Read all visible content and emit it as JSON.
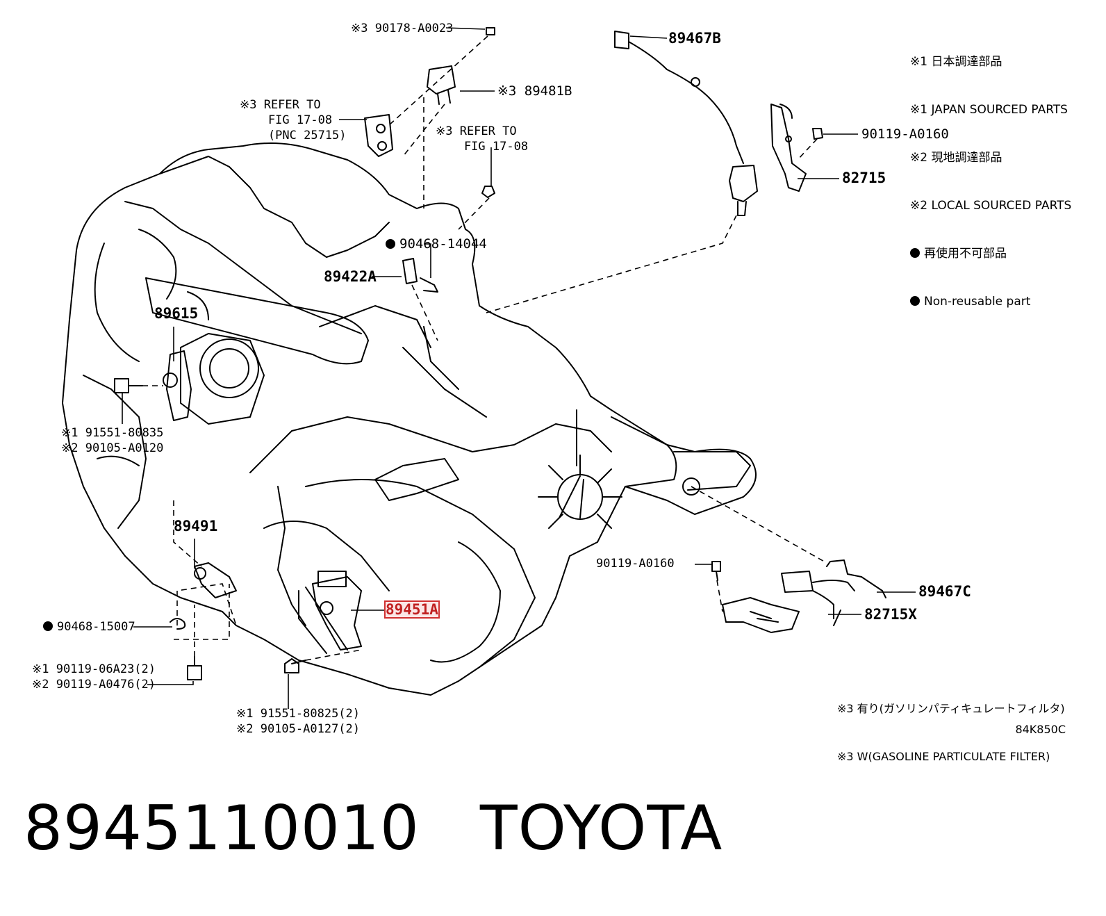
{
  "legend": [
    {
      "mark": "※1",
      "text": "日本調達部品"
    },
    {
      "mark": "※1",
      "text": "JAPAN SOURCED PARTS"
    },
    {
      "mark": "※2",
      "text": "現地調達部品"
    },
    {
      "mark": "※2",
      "text": "LOCAL SOURCED PARTS"
    },
    {
      "mark": "●",
      "text": "再使用不可部品"
    },
    {
      "mark": "●",
      "text": "Non-reusable part"
    }
  ],
  "note3": [
    "※3 有り(ガソリンパティキュレートフィルタ)",
    "※3 W(GASOLINE PARTICULATE FILTER)"
  ],
  "callouts": {
    "p90178": "※3 90178-A0023",
    "p89481b": "※3 89481B",
    "ref1": "※3 REFER TO\n    FIG 17-08\n    (PNC 25715)",
    "ref2": "※3 REFER TO\n    FIG 17-08",
    "p89467b": "89467B",
    "p90119a": "90119-A0160",
    "p82715": "82715",
    "p90468a": "90468-14044",
    "p89422a": "89422A",
    "p89615": "89615",
    "p91551a": "※1 91551-80835\n※2 90105-A0120",
    "p89491": "89491",
    "p90119b": "90119-A0160",
    "p89467c": "89467C",
    "p82715x": "82715X",
    "p89451a": "89451A",
    "p90468b": "90468-15007",
    "p90119c": "※1 90119-06A23(2)\n※2 90119-A0476(2)",
    "p91551b": "※1 91551-80825(2)\n※2 90105-A0127(2)"
  },
  "diagram_code": "84K850C",
  "footer": {
    "part_number": "8945110010",
    "brand": "TOYOTA"
  }
}
